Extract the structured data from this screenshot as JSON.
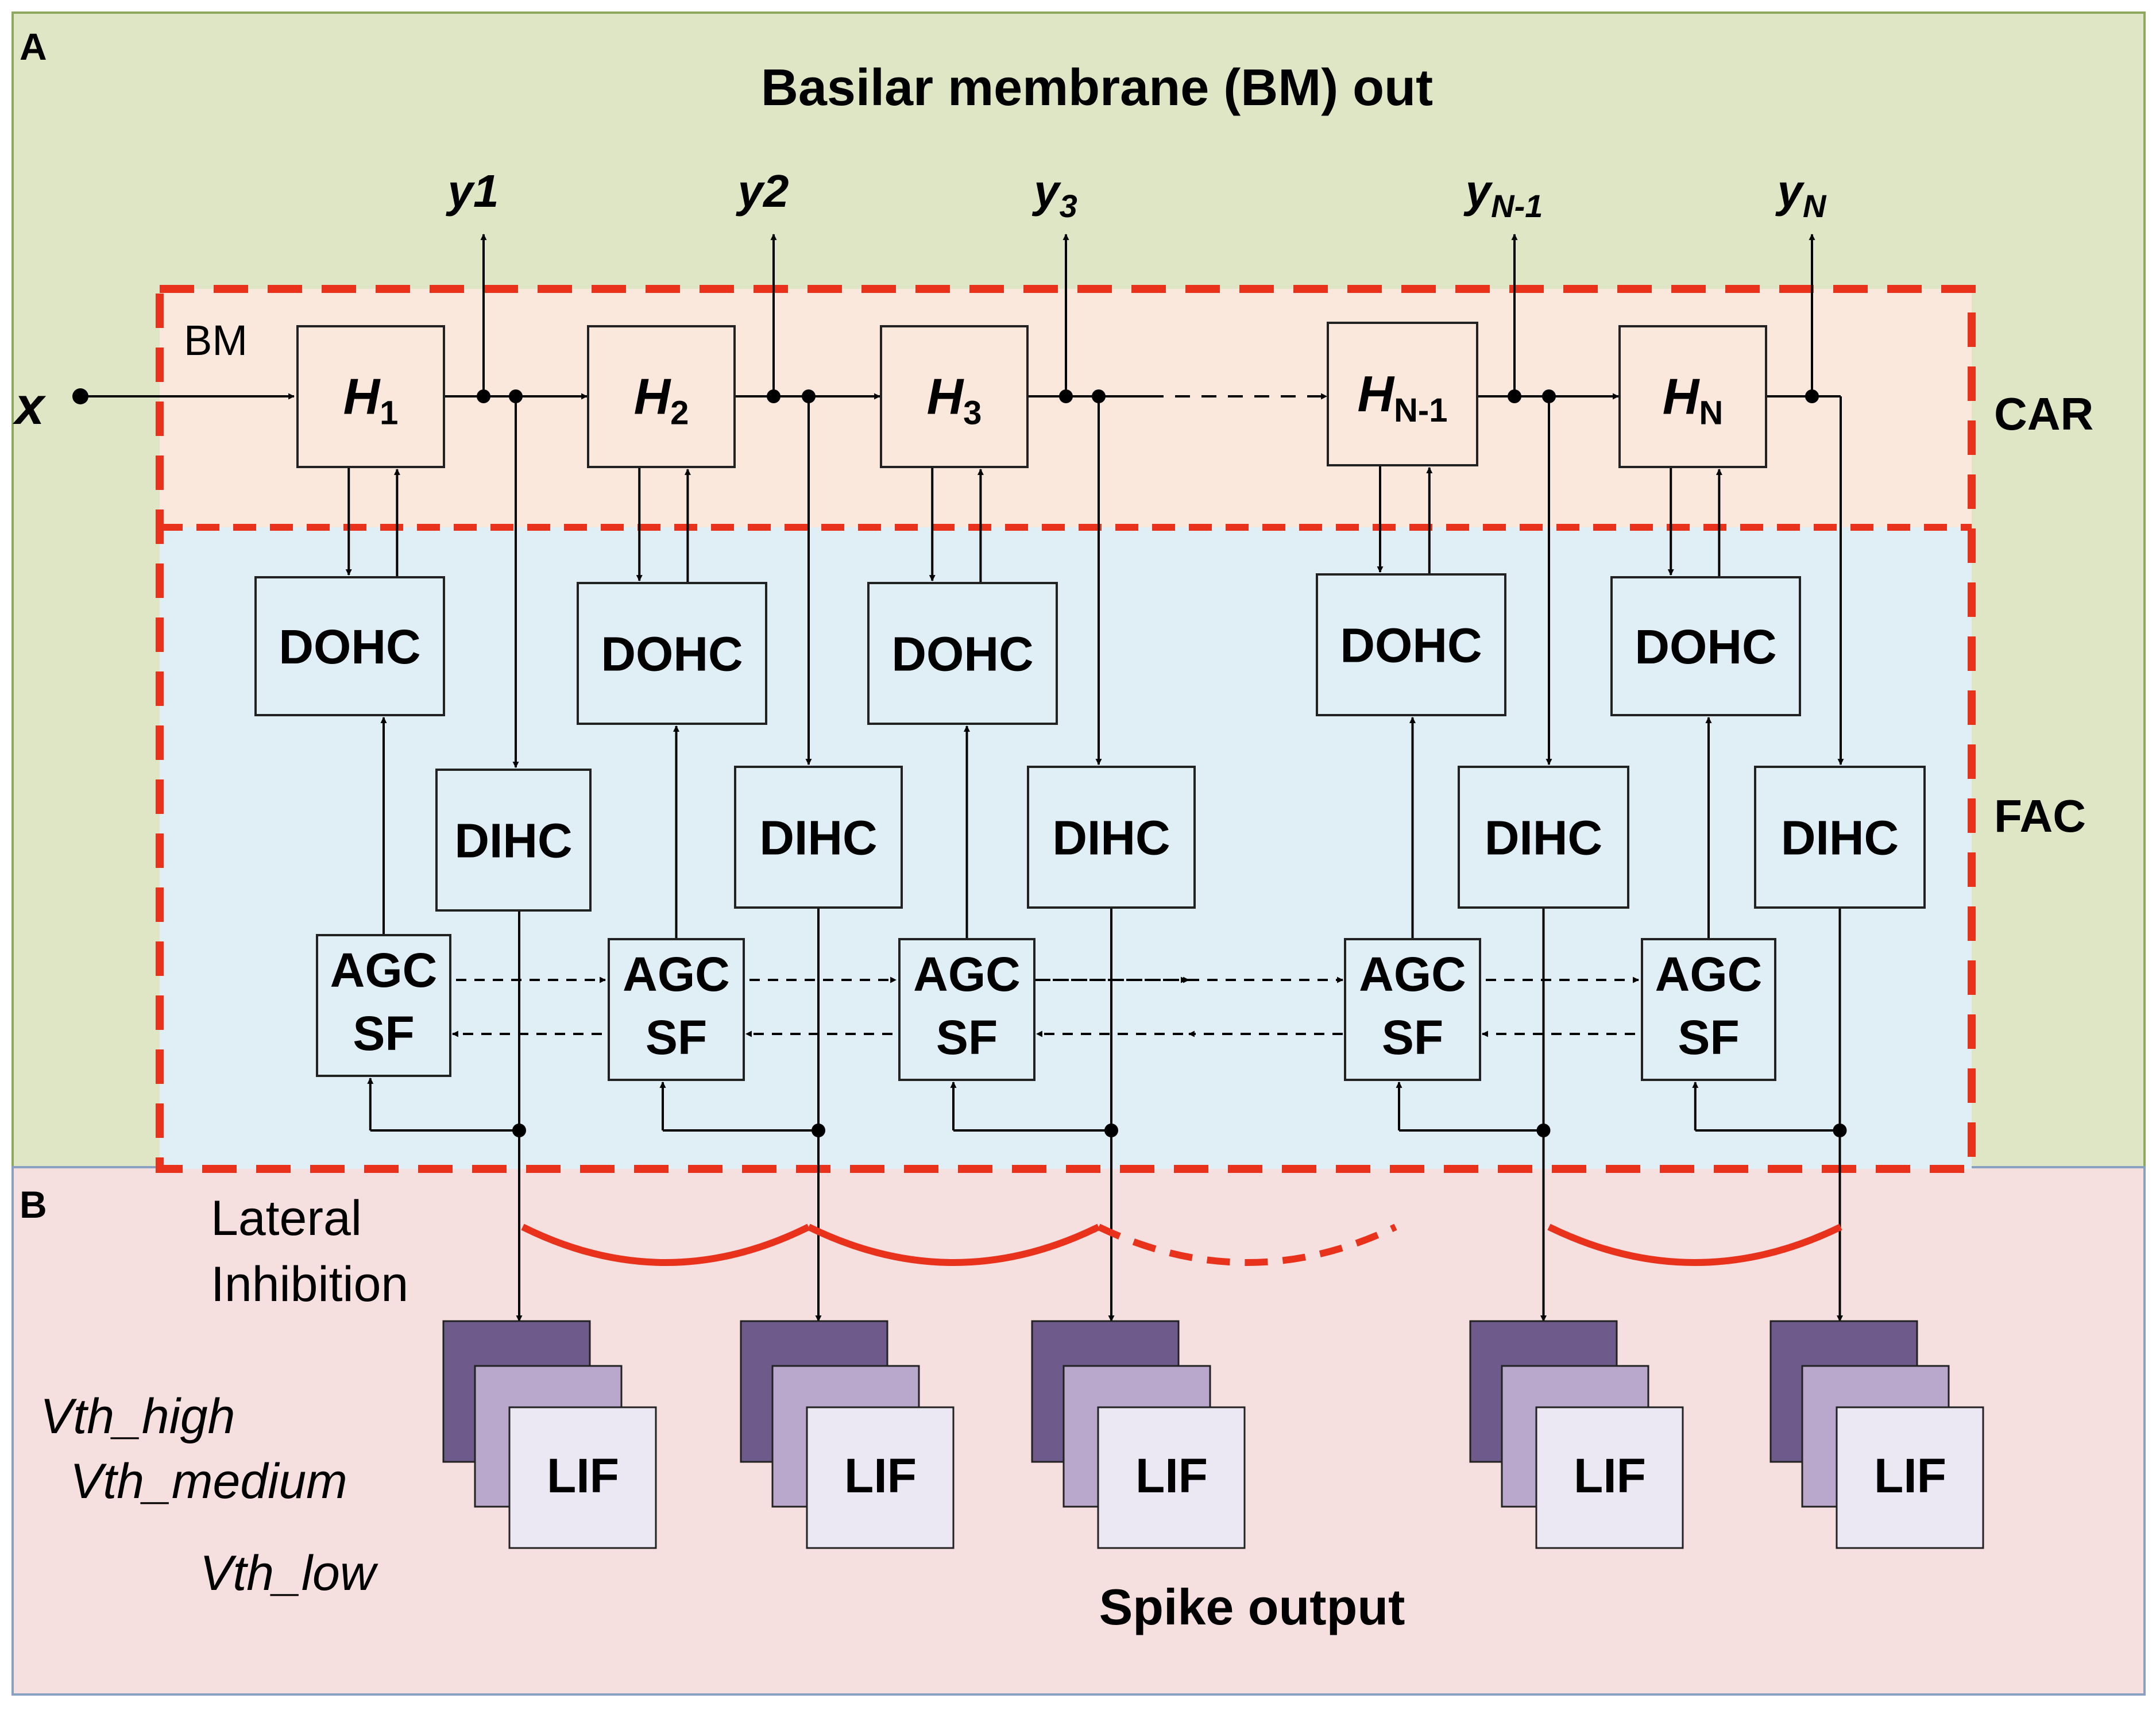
{
  "panel_a": {
    "label": "A",
    "title": "Basilar membrane (BM) out",
    "input_label": "x",
    "bm_label": "BM",
    "car_label": "CAR",
    "fac_label": "FAC",
    "outputs": [
      {
        "main": "y1",
        "sub": ""
      },
      {
        "main": "y2",
        "sub": ""
      },
      {
        "main": "y",
        "sub": "3"
      },
      {
        "main": "y",
        "sub": "N-1"
      },
      {
        "main": "y",
        "sub": "N"
      }
    ],
    "filters": [
      {
        "main": "H",
        "sub": "1"
      },
      {
        "main": "H",
        "sub": "2"
      },
      {
        "main": "H",
        "sub": "3"
      },
      {
        "main": "H",
        "sub": "N-1"
      },
      {
        "main": "H",
        "sub": "N"
      }
    ],
    "dohc_label": "DOHC",
    "dihc_label": "DIHC",
    "agc_label": "AGC",
    "sf_label": "SF"
  },
  "panel_b": {
    "label": "B",
    "lateral_inhibition": [
      "Lateral",
      "Inhibition"
    ],
    "thresholds": [
      "Vth_high",
      "Vth_medium",
      "Vth_low"
    ],
    "lif_label": "LIF",
    "spike_output": "Spike output"
  },
  "colors": {
    "panel_a_bg": "#dfe6c5",
    "panel_b_bg": "#f5dfdf",
    "car_bg": "#fbe8dc",
    "fac_bg": "#e0eef5",
    "dash_red": "#e8321b",
    "lif_dark": "#6f5a8c",
    "lif_mid": "#b9a7cc",
    "lif_light": "#ece8f3"
  }
}
